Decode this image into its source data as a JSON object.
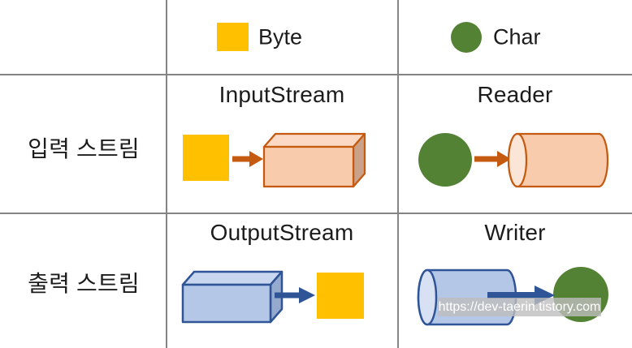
{
  "legend": {
    "byte": "Byte",
    "char": "Char"
  },
  "rows": [
    {
      "label": "입력 스트림",
      "byte_stream": "InputStream",
      "char_stream": "Reader"
    },
    {
      "label": "출력 스트림",
      "byte_stream": "OutputStream",
      "char_stream": "Writer"
    }
  ],
  "watermark": {
    "url_text": "https://dev-taerin.tistory.com"
  },
  "shapes": {
    "byte_swatch": "yellow-square",
    "char_swatch": "green-circle",
    "byte_data_unit": "yellow-square",
    "char_data_unit": "green-circle",
    "byte_stream_shape": "3d-box",
    "char_stream_shape": "cylinder",
    "flow": "arrow"
  },
  "colors": {
    "yellow": "#FFC000",
    "green": "#548235",
    "orange_stroke": "#C55A11",
    "orange_fill": "#F8CBAD",
    "orange_top": "#FBD9C4",
    "orange_side": "#C9A289",
    "orange_light": "#FBE5D6",
    "blue_stroke": "#2F5597",
    "blue_fill": "#B4C7E7",
    "blue_top": "#C9D6EF",
    "blue_side": "#96A9CE",
    "blue_light": "#D8E1F3",
    "grid": "#848484",
    "text": "#1C1C1C",
    "watermark_bg": "rgba(190,190,190,0.8)",
    "watermark_text": "#FFFFFF"
  }
}
